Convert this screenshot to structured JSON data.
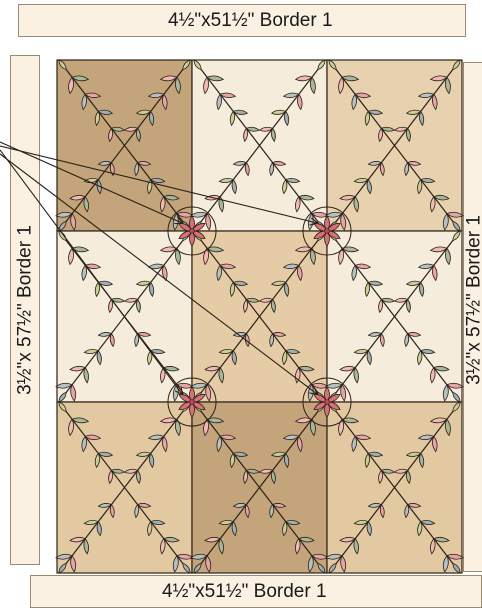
{
  "borders": {
    "top_label": "4½\"x51½\" Border 1",
    "bottom_label": "4½\"x51½\" Border 1",
    "left_label": "3½\"x 57½\" Border 1",
    "right_label": "3½\"x 57½\" Border 1"
  },
  "quilt": {
    "rows": 3,
    "cols": 3,
    "block_colors": [
      [
        "#c4a47a",
        "#f6ecdc",
        "#e8d1ae"
      ],
      [
        "#f6ecdc",
        "#e6cca6",
        "#f6ecdc"
      ],
      [
        "#e3c9a2",
        "#c4a47a",
        "#e3c9a2"
      ]
    ],
    "leaf_colors": [
      "#f2b8b4",
      "#a6b79a",
      "#b6c1c2",
      "#e6a4a8",
      "#c8cf97",
      "#9fb0b0"
    ],
    "flower_petal_color": "#d8707a",
    "border_fill": "#fbf1e2",
    "stroke_color": "#2b2117"
  }
}
